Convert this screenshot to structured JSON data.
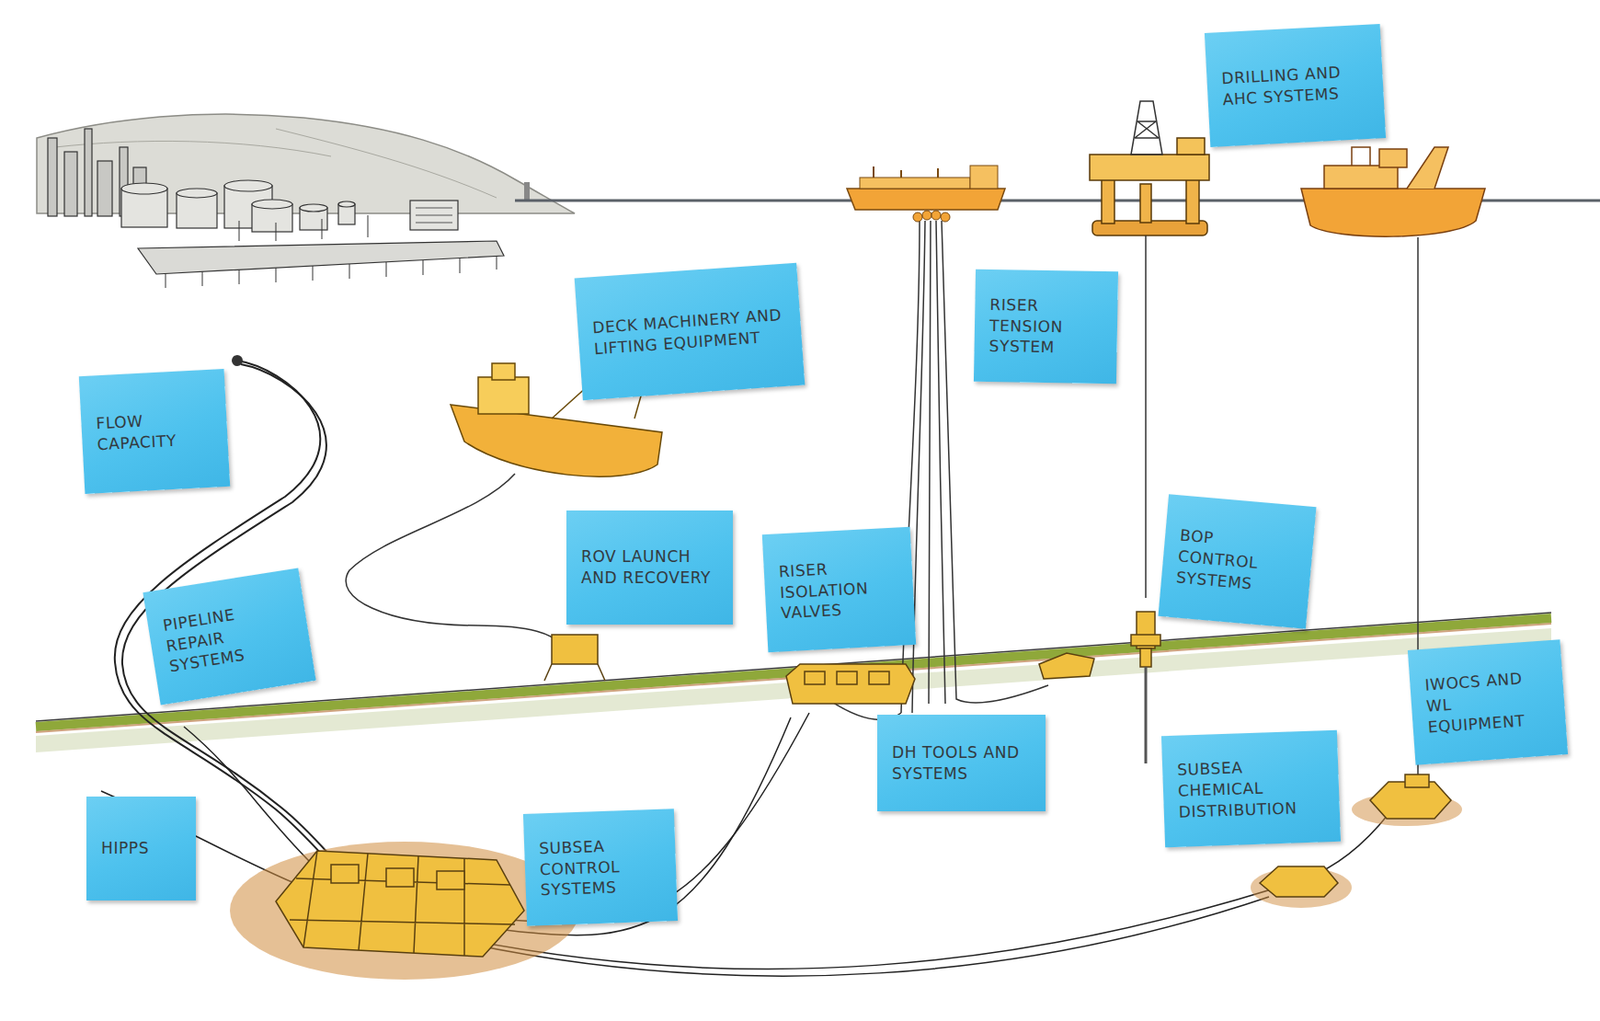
{
  "diagram": {
    "nodes": [
      {
        "text": [
          "DRILLING AND AHC SYSTEMS"
        ]
      },
      {
        "text": [
          "DECK MACHINERY AND LIFTING EQUIPMENT"
        ]
      },
      {
        "text": [
          "RISER TENSION SYSTEM"
        ]
      },
      {
        "text": [
          "FLOW CAPACITY"
        ]
      },
      {
        "text": [
          "ROV LAUNCH AND RECOVERY"
        ]
      },
      {
        "text": [
          "RISER ISOLATION VALVES"
        ]
      },
      {
        "text": [
          "BOP CONTROL SYSTEMS"
        ]
      },
      {
        "text": [
          "PIPELINE REPAIR SYSTEMS"
        ]
      },
      {
        "text": [
          "IWOCS AND WL EQUIPMENT"
        ]
      },
      {
        "text": [
          "DH TOOLS AND SYSTEMS"
        ]
      },
      {
        "text": [
          "SUBSEA CHEMICAL DISTRIBUTION"
        ]
      },
      {
        "text": [
          "HIPPS"
        ]
      },
      {
        "text": [
          "SUBSEA CONTROL SYSTEMS"
        ]
      }
    ]
  }
}
